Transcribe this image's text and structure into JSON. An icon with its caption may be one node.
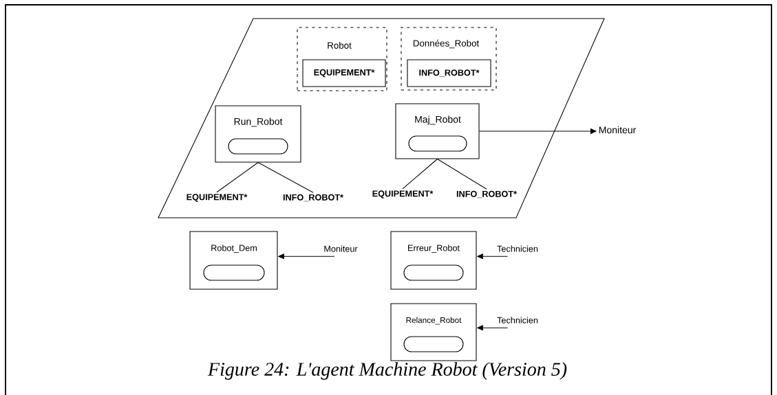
{
  "diagram": {
    "caption": "Figure 24: L'agent Machine Robot (Version 5)",
    "nodes": [
      {
        "text": [],
        "shape": "parallelogram"
      },
      {
        "text": [
          "Robot"
        ],
        "in": 0
      },
      {
        "text": [
          "EQUIPEMENT*"
        ],
        "in": 1
      },
      {
        "text": [
          "Données_Robot"
        ],
        "in": 0
      },
      {
        "text": [
          "INFO_ROBOT*"
        ],
        "in": 3
      },
      {
        "text": [
          "Run_Robot"
        ],
        "in": 0
      },
      {
        "text": [],
        "shape": "oval",
        "in": 5
      },
      {
        "text": [
          "EQUIPEMENT*"
        ],
        "in": 0
      },
      {
        "text": [
          "INFO_ROBOT*"
        ],
        "in": 0
      },
      {
        "text": [
          "Maj_Robot"
        ],
        "in": 0
      },
      {
        "text": [],
        "shape": "oval",
        "in": 9
      },
      {
        "text": [
          "EQUIPEMENT*"
        ],
        "in": 0
      },
      {
        "text": [
          "INFO_ROBOT*"
        ],
        "in": 0
      },
      {
        "text": [
          "Moniteur"
        ]
      },
      {
        "text": [
          "Robot_Dem"
        ]
      },
      {
        "text": [],
        "shape": "oval",
        "in": 14
      },
      {
        "text": [
          "Moniteur"
        ]
      },
      {
        "text": [
          "Erreur_Robot"
        ]
      },
      {
        "text": [],
        "shape": "oval",
        "in": 17
      },
      {
        "text": [
          "Technicien"
        ]
      },
      {
        "text": [
          "Relance_Robot"
        ]
      },
      {
        "text": [],
        "shape": "oval",
        "in": 20
      },
      {
        "text": [
          "Technicien"
        ]
      }
    ],
    "edges": [
      {
        "from": 5,
        "to": 7,
        "arrow": "none"
      },
      {
        "from": 5,
        "to": 8,
        "arrow": "none"
      },
      {
        "from": 9,
        "to": 11,
        "arrow": "none"
      },
      {
        "from": 9,
        "to": 12,
        "arrow": "none"
      },
      {
        "from": 9,
        "to": 13,
        "arrow": "to"
      },
      {
        "from": 16,
        "to": 14,
        "arrow": "to"
      },
      {
        "from": 19,
        "to": 17,
        "arrow": "to"
      },
      {
        "from": 22,
        "to": 20,
        "arrow": "to"
      }
    ]
  }
}
